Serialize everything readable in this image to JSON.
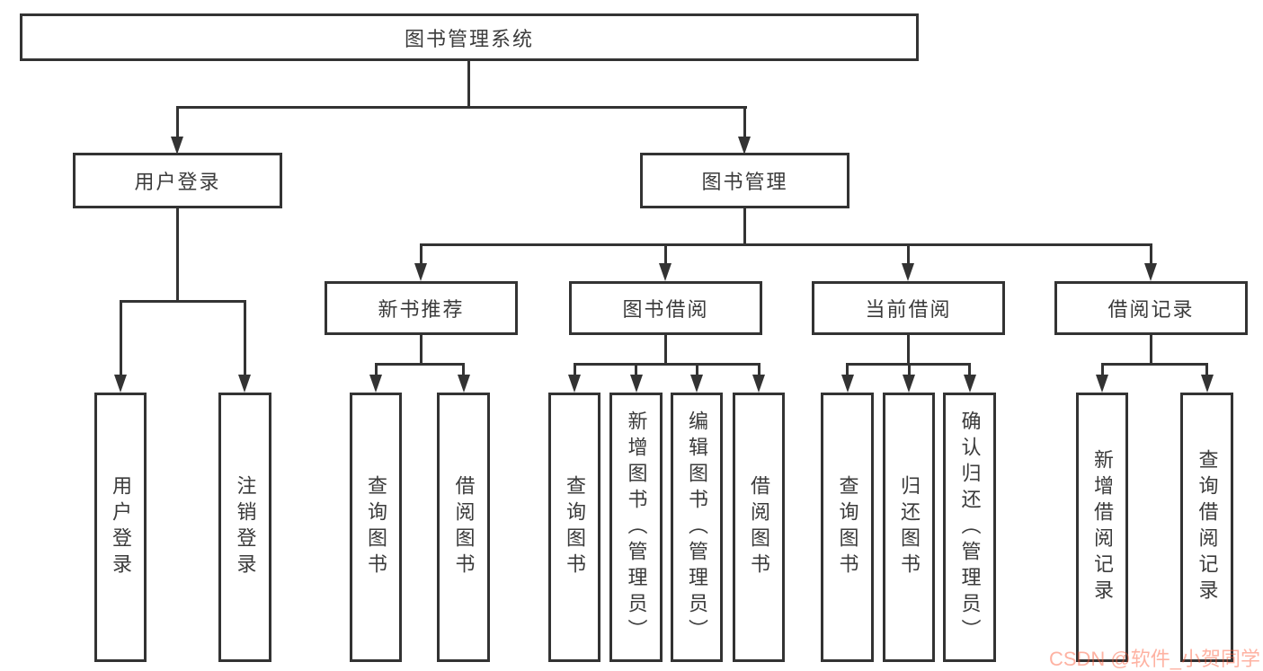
{
  "tree": {
    "label": "图书管理系统",
    "children": [
      {
        "label": "用户登录",
        "children": [
          {
            "label": "用户登录"
          },
          {
            "label": "注销登录"
          }
        ]
      },
      {
        "label": "图书管理",
        "children": [
          {
            "label": "新书推荐",
            "children": [
              {
                "label": "查询图书"
              },
              {
                "label": "借阅图书"
              }
            ]
          },
          {
            "label": "图书借阅",
            "children": [
              {
                "label": "查询图书"
              },
              {
                "label": "新增图书（管理员）"
              },
              {
                "label": "编辑图书（管理员）"
              },
              {
                "label": "借阅图书"
              }
            ]
          },
          {
            "label": "当前借阅",
            "children": [
              {
                "label": "查询图书"
              },
              {
                "label": "归还图书"
              },
              {
                "label": "确认归还（管理员）"
              }
            ]
          },
          {
            "label": "借阅记录",
            "children": [
              {
                "label": "新增借阅记录"
              },
              {
                "label": "查询借阅记录"
              }
            ]
          }
        ]
      }
    ]
  },
  "watermark": {
    "text": "CSDN @软件_小贺同学"
  },
  "colors": {
    "line": "#333333",
    "text": "#3b3b3b",
    "background": "#ffffff",
    "watermark": "#fc5531"
  }
}
